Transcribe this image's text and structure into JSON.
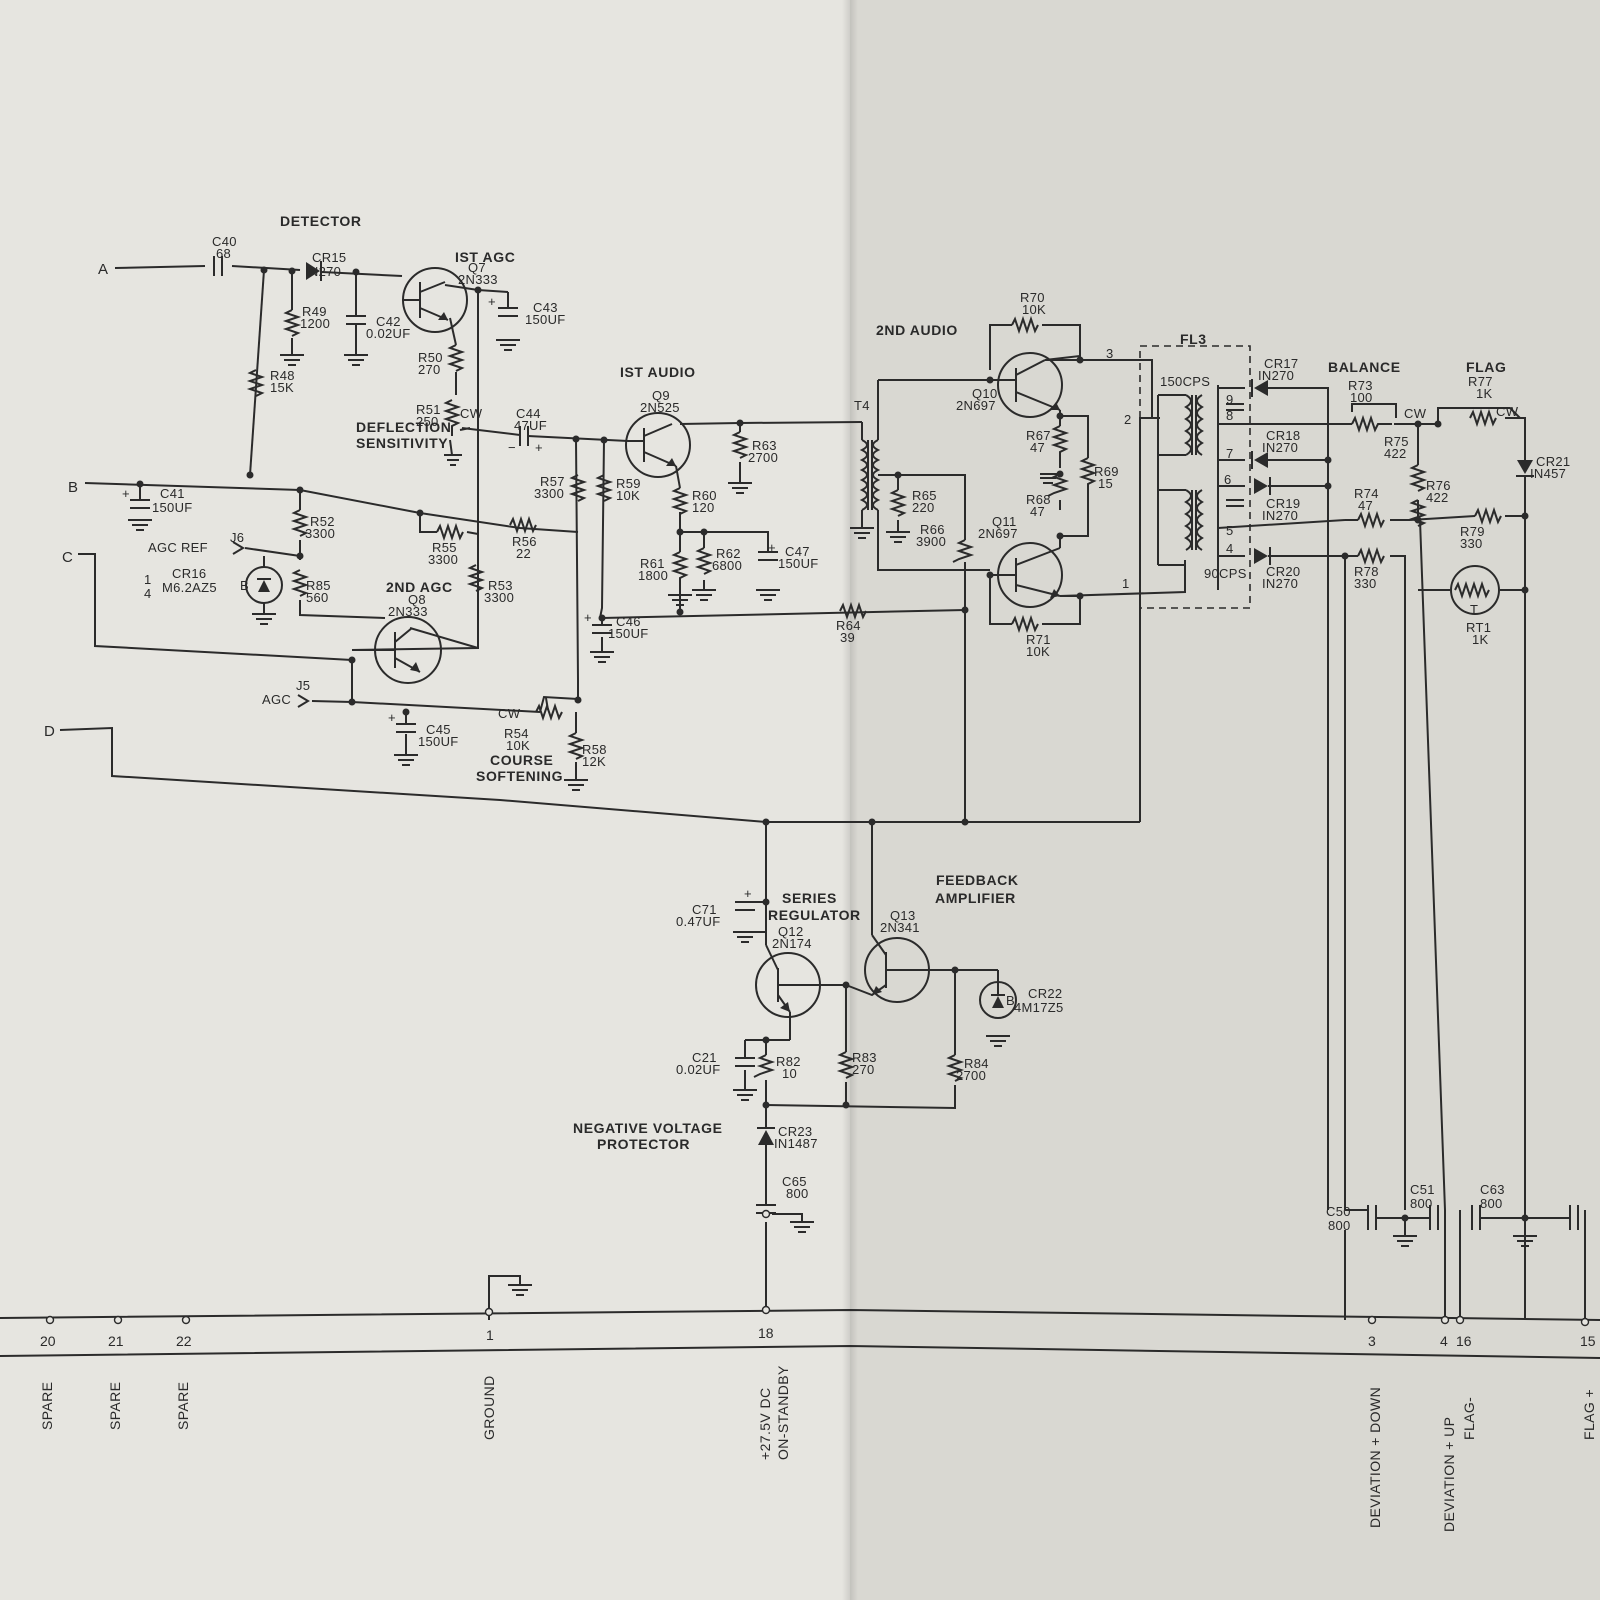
{
  "sections": {
    "detector": "DETECTOR",
    "agc1": "IST AGC",
    "agc2": "2ND AGC",
    "audio1": "IST AUDIO",
    "audio2": "2ND AUDIO",
    "series_reg_1": "SERIES",
    "series_reg_2": "REGULATOR",
    "feedback_1": "FEEDBACK",
    "feedback_2": "AMPLIFIER",
    "neg_prot_1": "NEGATIVE VOLTAGE",
    "neg_prot_2": "PROTECTOR",
    "balance": "BALANCE",
    "flag": "FLAG",
    "deflection_1": "DEFLECTION",
    "deflection_2": "SENSITIVITY",
    "course_1": "COURSE",
    "course_2": "SOFTENING"
  },
  "nodes": {
    "a": "A",
    "b": "B",
    "c": "C",
    "d": "D"
  },
  "jacks": {
    "j6": "J6",
    "j6_label": "AGC REF",
    "j5": "J5",
    "j5_label": "AGC"
  },
  "filter": {
    "name": "FL3",
    "top": "150CPS",
    "bottom": "90CPS"
  },
  "components": {
    "C40": [
      "C40",
      "68"
    ],
    "CR15": [
      "CR15",
      "IN270"
    ],
    "Q7": [
      "Q7",
      "2N333"
    ],
    "C43": [
      "C43",
      "150UF"
    ],
    "R49": [
      "R49",
      "1200"
    ],
    "C42": [
      "C42",
      "0.02UF"
    ],
    "R48": [
      "R48",
      "15K"
    ],
    "R50": [
      "R50",
      "270"
    ],
    "R51": [
      "R51",
      "250"
    ],
    "C44": [
      "C44",
      "47UF"
    ],
    "C41": [
      "C41",
      "150UF"
    ],
    "R52": [
      "R52",
      "3300"
    ],
    "R55": [
      "R55",
      "3300"
    ],
    "R56": [
      "R56",
      "22"
    ],
    "CR16": [
      "CR16",
      "M6.2AZ5"
    ],
    "CR16_frac": [
      "1",
      "4"
    ],
    "R85": [
      "R85",
      "560"
    ],
    "Q8": [
      "Q8",
      "2N333"
    ],
    "R53": [
      "R53",
      "3300"
    ],
    "R57": [
      "R57",
      "3300"
    ],
    "R59": [
      "R59",
      "10K"
    ],
    "Q9": [
      "Q9",
      "2N525"
    ],
    "R63": [
      "R63",
      "2700"
    ],
    "R60": [
      "R60",
      "120"
    ],
    "R61": [
      "R61",
      "1800"
    ],
    "R62": [
      "R62",
      "6800"
    ],
    "C47": [
      "C47",
      "150UF"
    ],
    "C46": [
      "C46",
      "150UF"
    ],
    "C45": [
      "C45",
      "150UF"
    ],
    "R54": [
      "R54",
      "10K"
    ],
    "R58": [
      "R58",
      "12K"
    ],
    "R64": [
      "R64",
      "39"
    ],
    "T4": [
      "T4",
      ""
    ],
    "R65": [
      "R65",
      "220"
    ],
    "R66": [
      "R66",
      "3900"
    ],
    "R70": [
      "R70",
      "10K"
    ],
    "Q10": [
      "Q10",
      "2N697"
    ],
    "R67": [
      "R67",
      "47"
    ],
    "R68": [
      "R68",
      "47"
    ],
    "R69": [
      "R69",
      "15"
    ],
    "Q11": [
      "Q11",
      "2N697"
    ],
    "R71": [
      "R71",
      "10K"
    ],
    "CR17": [
      "CR17",
      "IN270"
    ],
    "CR18": [
      "CR18",
      "IN270"
    ],
    "CR19": [
      "CR19",
      "IN270"
    ],
    "CR20": [
      "CR20",
      "IN270"
    ],
    "R73": [
      "R73",
      "100"
    ],
    "R75": [
      "R75",
      "422"
    ],
    "R76": [
      "R76",
      "422"
    ],
    "R74": [
      "R74",
      "47"
    ],
    "R78": [
      "R78",
      "330"
    ],
    "R77": [
      "R77",
      "1K"
    ],
    "CR21": [
      "CR21",
      "IN457"
    ],
    "R79": [
      "R79",
      "330"
    ],
    "RT1": [
      "RT1",
      "1K"
    ],
    "C71": [
      "C71",
      "0.47UF"
    ],
    "Q12": [
      "Q12",
      "2N174"
    ],
    "Q13": [
      "Q13",
      "2N341"
    ],
    "CR22": [
      "CR22",
      "4M17Z5"
    ],
    "C21": [
      "C21",
      "0.02UF"
    ],
    "R82": [
      "R82",
      "10"
    ],
    "R83": [
      "R83",
      "270"
    ],
    "R84": [
      "R84",
      "2700"
    ],
    "CR23": [
      "CR23",
      "IN1487"
    ],
    "C65": [
      "C65",
      "800"
    ],
    "C50": [
      "C50",
      "800"
    ],
    "C51": [
      "C51",
      "800"
    ],
    "C63": [
      "C63",
      "800"
    ]
  },
  "marks": {
    "cw": "CW",
    "plus": "+",
    "minus": "−",
    "b": "B",
    "t": "T"
  },
  "fl3_pins": [
    "9",
    "8",
    "7",
    "6",
    "5",
    "4"
  ],
  "q_pins": [
    "3",
    "2",
    "1"
  ],
  "bus": [
    {
      "pin": "20",
      "label": "SPARE"
    },
    {
      "pin": "21",
      "label": "SPARE"
    },
    {
      "pin": "22",
      "label": "SPARE"
    },
    {
      "pin": "1",
      "label": "GROUND"
    },
    {
      "pin": "18",
      "label": "+27.5V DC",
      "label2": "ON-STANDBY"
    },
    {
      "pin": "3",
      "label": "DEVIATION + DOWN"
    },
    {
      "pin": "4",
      "label": "DEVIATION + UP"
    },
    {
      "pin": "16",
      "label": "FLAG-"
    },
    {
      "pin": "15",
      "label": "FLAG +"
    }
  ]
}
